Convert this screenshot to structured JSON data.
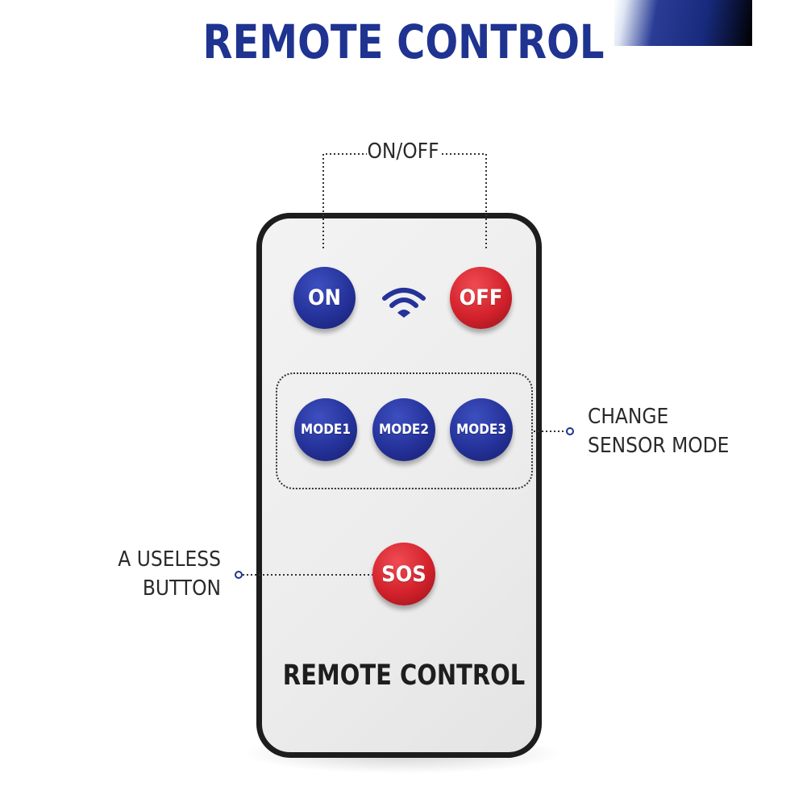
{
  "title": "REMOTE CONTROL",
  "labels": {
    "on_off": "ON/OFF",
    "sensor_line1": "CHANGE",
    "sensor_line2": "SENSOR MODE",
    "useless_line1": "A USELESS",
    "useless_line2": "BUTTON"
  },
  "remote": {
    "buttons": {
      "on": "ON",
      "off": "OFF",
      "mode1": "MODE1",
      "mode2": "MODE2",
      "mode3": "MODE3",
      "sos": "SOS"
    },
    "brand": "REMOTE CONTROL"
  },
  "icons": {
    "signal": "wifi-icon"
  },
  "colors": {
    "title": "#1f3391",
    "button_blue": "#25329a",
    "button_red": "#d3222c",
    "remote_outline": "#1d1d1d",
    "callout_dot": "#1f3391"
  }
}
